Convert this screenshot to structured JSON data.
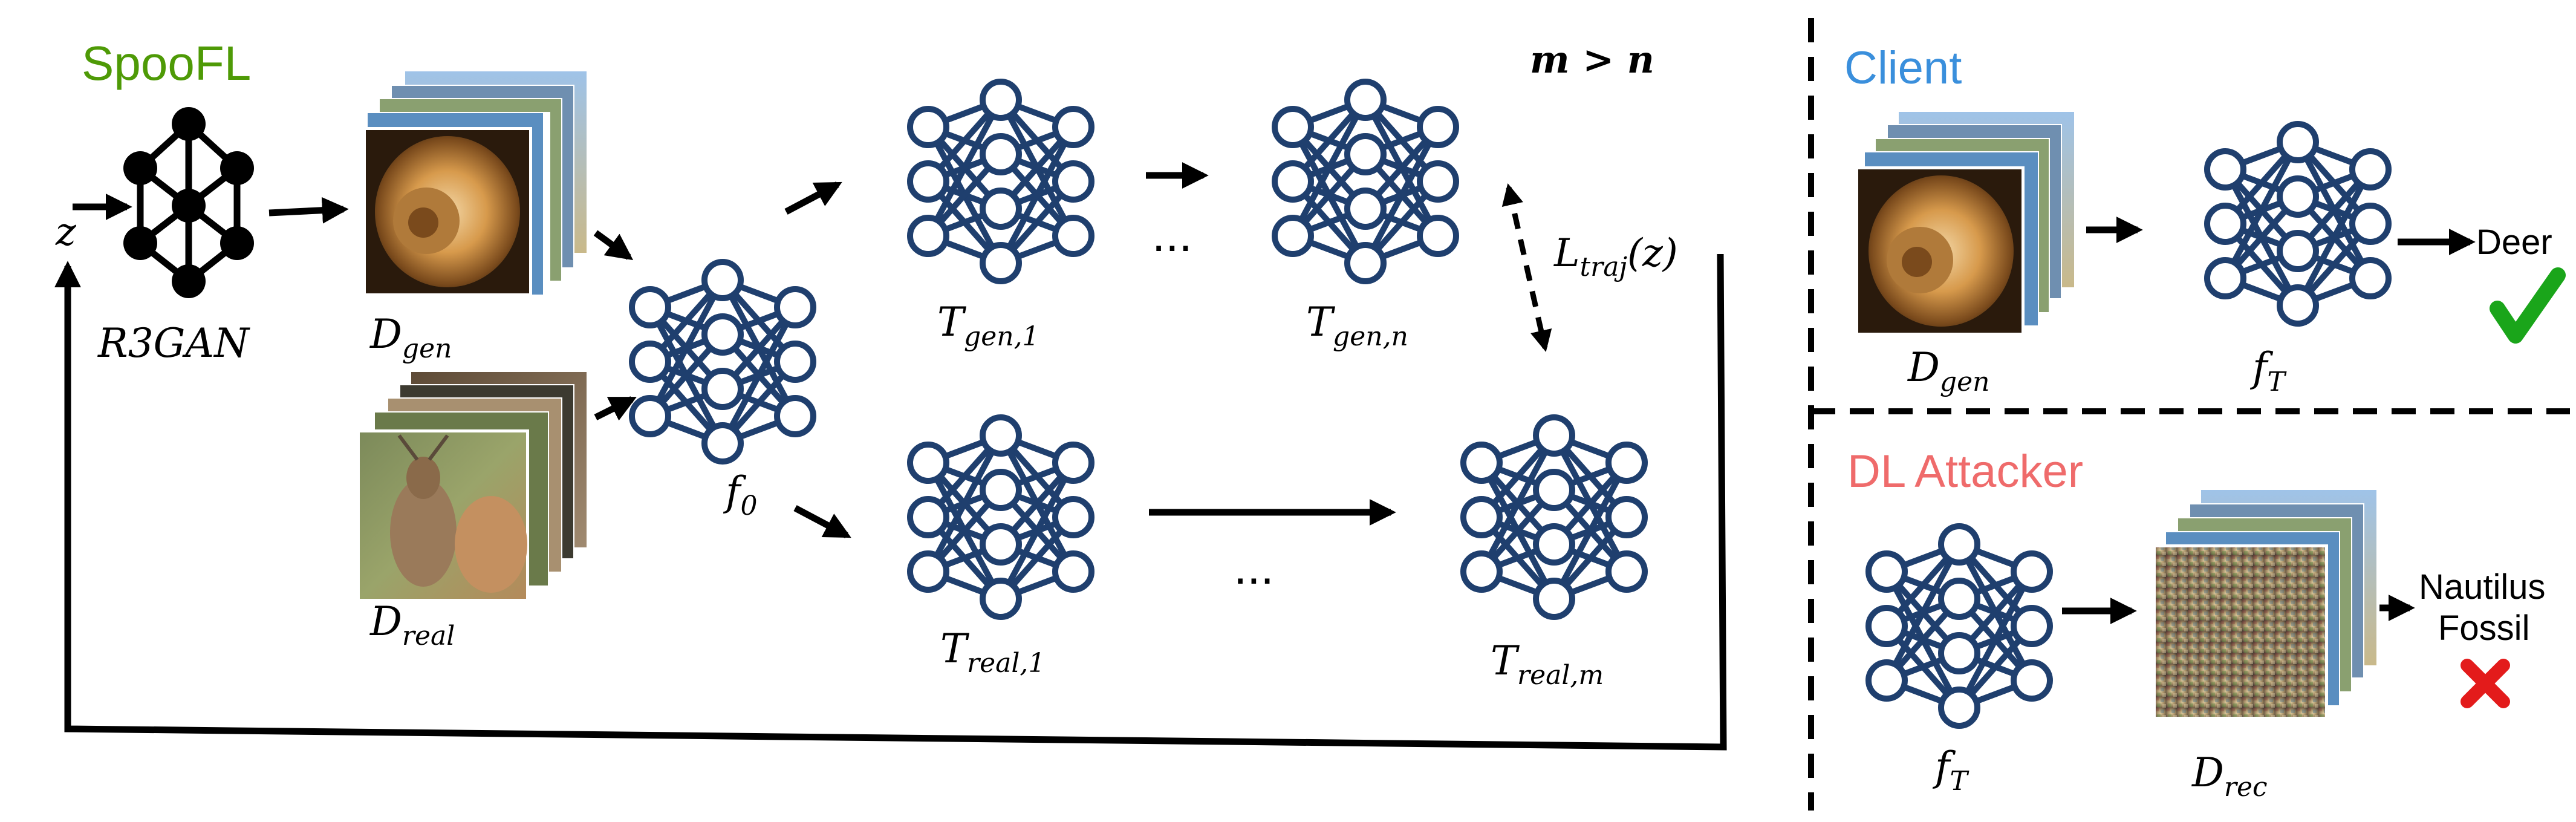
{
  "colors": {
    "network": "#1f3f6e",
    "spoofl": "#4e9a06",
    "client": "#3a8fdc",
    "attacker": "#ef6b6b",
    "check": "#1aa51a",
    "cross": "#e31b1b",
    "ink": "#000000"
  },
  "spoofl": {
    "title": "SpooFL",
    "z_label": "z",
    "generator_label": "R3GAN",
    "gen_data_label": "D",
    "gen_data_sub": "gen",
    "real_data_label": "D",
    "real_data_sub": "real",
    "init_model_label": "f",
    "init_model_sub": "0",
    "traj_gen_1": "T",
    "traj_gen_1_sub": "gen,1",
    "traj_gen_n": "T",
    "traj_gen_n_sub": "gen,n",
    "traj_real_1": "T",
    "traj_real_1_sub": "real,1",
    "traj_real_m": "T",
    "traj_real_m_sub": "real,m",
    "ellipsis_top": "...",
    "ellipsis_bottom": "...",
    "loss_label": "L",
    "loss_sub": "traj",
    "loss_arg": "(z)",
    "constraint": "m > n"
  },
  "client": {
    "title": "Client",
    "data_label": "D",
    "data_sub": "gen",
    "model_label": "f",
    "model_sub": "T",
    "prediction": "Deer",
    "result_icon": "check-mark-icon"
  },
  "attacker": {
    "title": "DL Attacker",
    "model_label": "f",
    "model_sub": "T",
    "data_label": "D",
    "data_sub": "rec",
    "prediction_line1": "Nautilus",
    "prediction_line2": "Fossil",
    "result_icon": "cross-mark-icon"
  }
}
